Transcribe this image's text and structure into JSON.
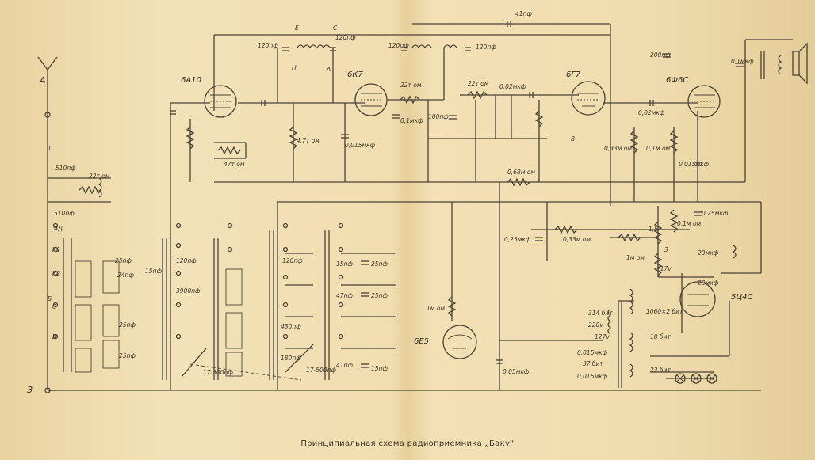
{
  "caption": "Принципиальная схема радиоприемника „Баку“",
  "tubes": [
    "6А10",
    "6К7",
    "6Г7",
    "6Ф6С",
    "6Е5",
    "5Ц4С"
  ],
  "capacitors": [
    "510пф",
    "510пф",
    "120пф",
    "120пф",
    "120пф",
    "120пф",
    "41пф",
    "200пф",
    "0,1мкф",
    "22т ом",
    "0,015мкф",
    "0,1мкф",
    "100пф",
    "0,02мкф",
    "0,02мкф",
    "0,015мкф",
    "25пф",
    "15пф",
    "24пф",
    "25пф",
    "25пф",
    "120пф",
    "3900пф",
    "120пф",
    "430пф",
    "180пф",
    "15пф",
    "25пф",
    "47пф",
    "25пф",
    "41пф",
    "15пф",
    "0,25мкф",
    "0,05мкф",
    "0,015мкф",
    "0,015мкф",
    "0,25мкф",
    "20мкф",
    "20мкф"
  ],
  "resistors": [
    "22т ом",
    "47т ом",
    "4,7т ом",
    "22т ом",
    "0,68м ом",
    "0,33м ом",
    "0,1м ом",
    "0,33м ом",
    "1м ом",
    "1м ом",
    "0,1м ом",
    "1,5"
  ],
  "variable_caps": [
    "17-500пф",
    "17-500пф"
  ],
  "windings": [
    "314 бит",
    "220v",
    "127v",
    "1060×2 бит",
    "18 бит",
    "23 бит",
    "37 бит"
  ],
  "terminals": [
    "А",
    "З"
  ],
  "band_labels": [
    "АД",
    "К1",
    "К2",
    "С",
    "D",
    "Е",
    "Н",
    "А",
    "В",
    "С",
    "1",
    "Б",
    "3",
    "-17v"
  ]
}
